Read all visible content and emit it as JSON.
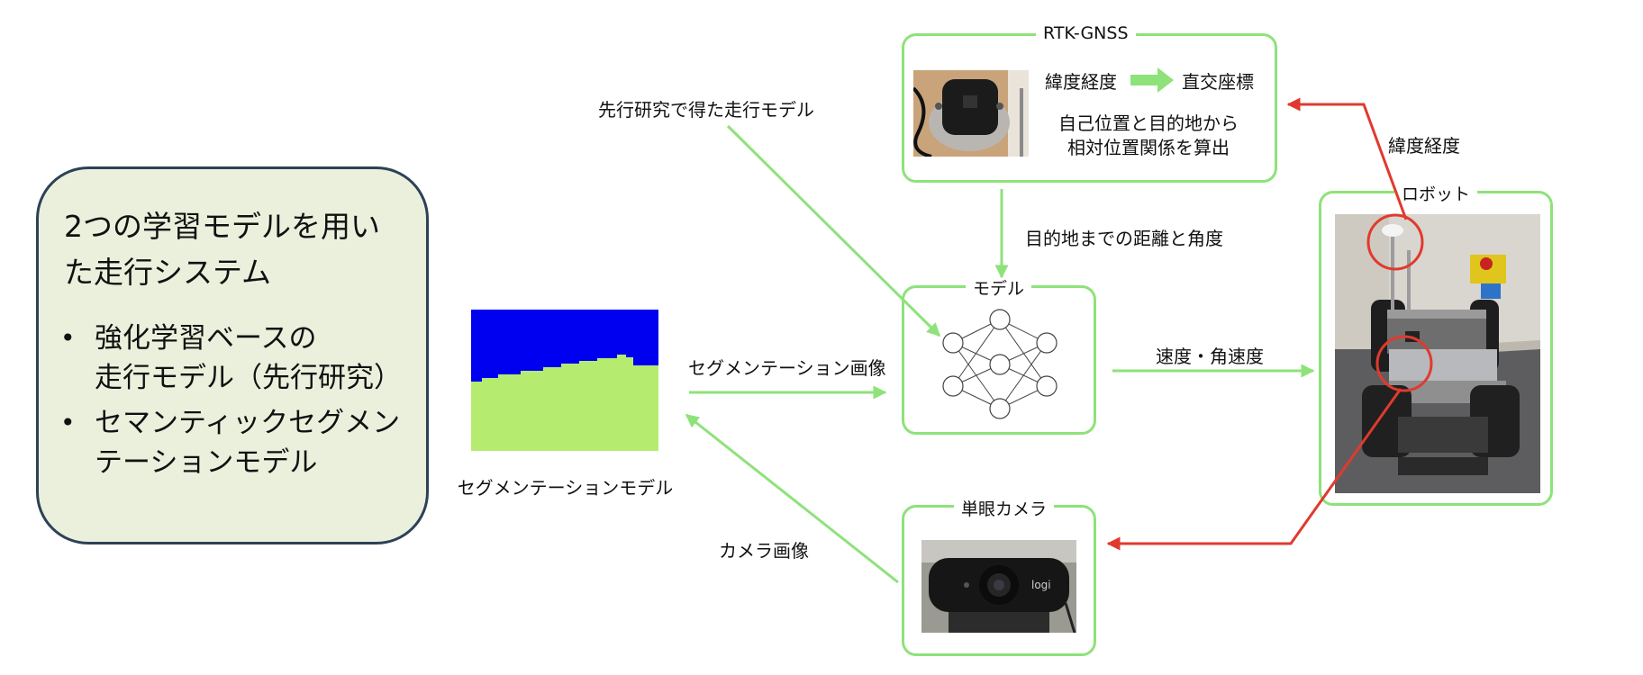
{
  "summary": {
    "title": "2つの学習モデルを用いた走行システム",
    "bullets": [
      {
        "line1": "強化学習ベースの",
        "line2": "走行モデル（先行研究）"
      },
      {
        "line1": "セマンティックセグメン",
        "line2": "テーションモデル"
      }
    ]
  },
  "segmentation": {
    "caption": "セグメンテーションモデル",
    "sky_color": "#0000f0",
    "ground_color": "#b5ec6f"
  },
  "gnss": {
    "label": "RTK-GNSS",
    "from": "緯度経度",
    "to": "直交座標",
    "desc_line1": "自己位置と目的地から",
    "desc_line2": "相対位置関係を算出"
  },
  "model": {
    "label": "モデル"
  },
  "robot": {
    "label": "ロボット"
  },
  "camera": {
    "label": "単眼カメラ",
    "brand": "logi"
  },
  "edges": {
    "prior_model": "先行研究で得た走行モデル",
    "distance_angle": "目的地までの距離と角度",
    "segmentation_image": "セグメンテーション画像",
    "velocity": "速度・角速度",
    "latlon": "緯度経度",
    "camera_image": "カメラ画像"
  },
  "colors": {
    "box_border": "#8ee27a",
    "arrow_green": "#8ee27a",
    "arrow_red": "#e03a2e",
    "summary_bg": "#eaf0dc",
    "summary_border": "#2d4157"
  }
}
